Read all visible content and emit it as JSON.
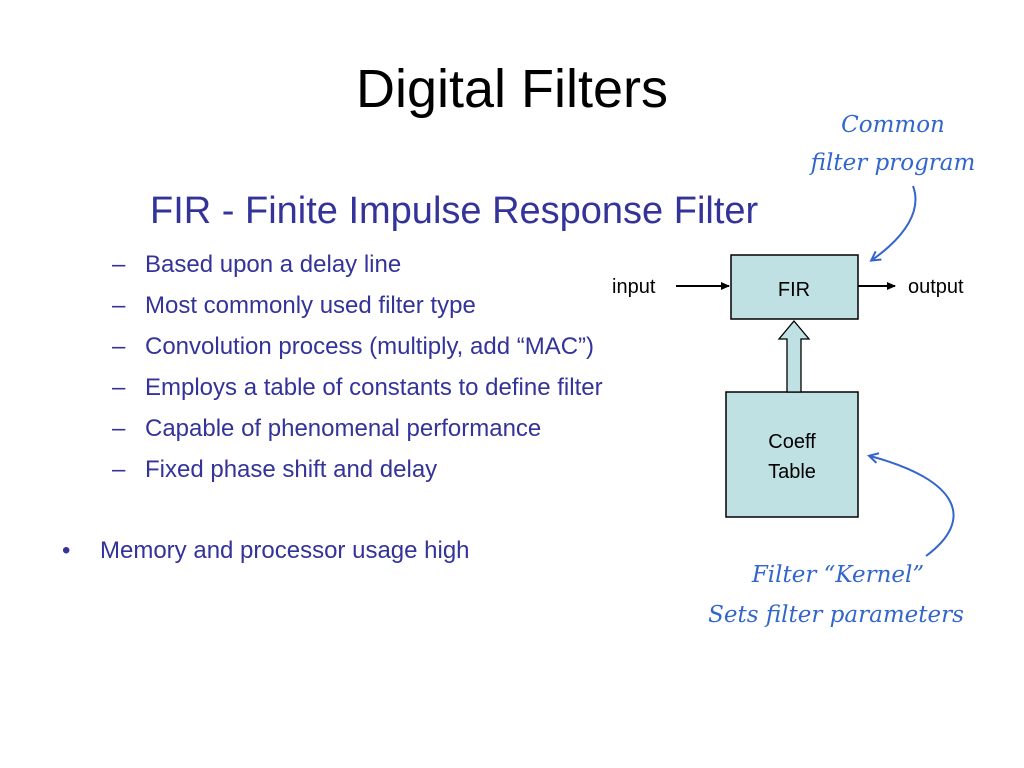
{
  "slide": {
    "title": "Digital Filters",
    "subtitle": "FIR - Finite Impulse Response Filter",
    "sub_bullets": [
      "Based upon a delay line",
      "Most commonly used filter type",
      "Convolution process (multiply, add “MAC”)",
      "Employs a table of constants to define filter",
      "Capable of phenomenal performance",
      "Fixed phase shift and delay"
    ],
    "main_bullet": "Memory and processor usage high",
    "dash_glyph": "–",
    "bullet_glyph": "•"
  },
  "diagram": {
    "input_label": "input",
    "output_label": "output",
    "fir_label": "FIR",
    "coeff_line1": "Coeff",
    "coeff_line2": "Table",
    "note_top_line1": "Common",
    "note_top_line2": "filter program",
    "note_bottom_line1": "Filter “Kernel”",
    "note_bottom_line2": "Sets filter parameters",
    "box_fill": "#bfe1e3",
    "box_stroke": "#000000",
    "annotation_color": "#3366cc"
  }
}
